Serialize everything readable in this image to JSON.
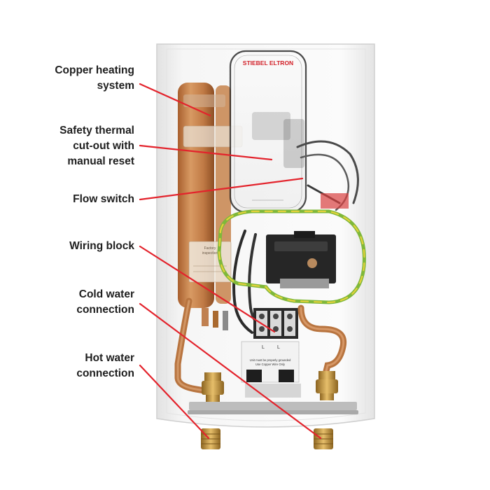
{
  "brand": "STIEBEL ELTRON",
  "colors": {
    "leader": "#e3232c",
    "copper": "#c2783f",
    "wire_green": "#7fb83a",
    "wire_yellow": "#e3d13a"
  },
  "labels": [
    {
      "id": "copper-heating-system-label",
      "lines": [
        "Copper heating",
        "system"
      ]
    },
    {
      "id": "safety-thermal-cutout-label",
      "lines": [
        "Safety thermal",
        "cut-out with",
        "manual reset"
      ]
    },
    {
      "id": "flow-switch-label",
      "lines": [
        "Flow switch"
      ]
    },
    {
      "id": "wiring-block-label",
      "lines": [
        "Wiring block"
      ]
    },
    {
      "id": "cold-water-connection-label",
      "lines": [
        "Cold water",
        "connection"
      ]
    },
    {
      "id": "hot-water-connection-label",
      "lines": [
        "Hot water",
        "connection"
      ]
    }
  ],
  "sticker_lines": [
    "Factory",
    "inspection"
  ],
  "warning_text": [
    "Unit must be properly grounded",
    "Use Copper Wire Only"
  ],
  "terminal_marks": [
    "L",
    "L"
  ]
}
